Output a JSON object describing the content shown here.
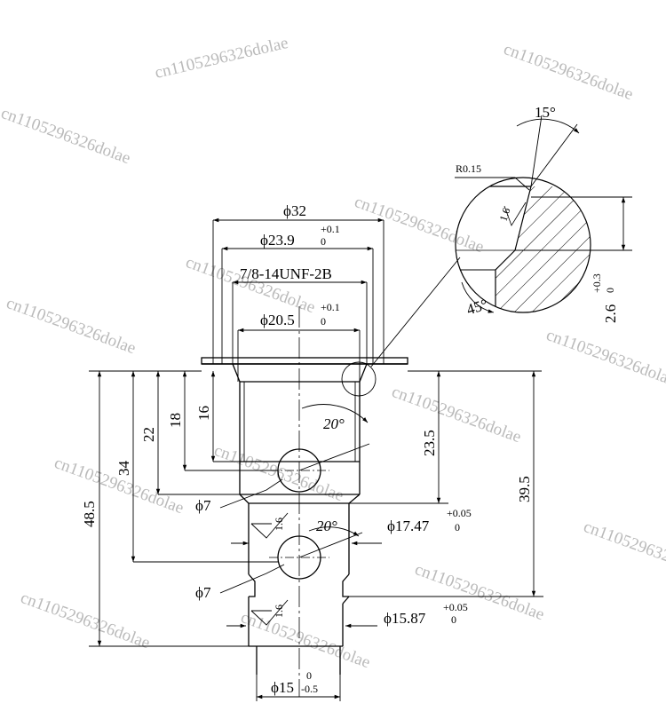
{
  "watermark": "cn1105296326dolae",
  "diameters": {
    "d32": "ϕ32",
    "d23_9": "ϕ23.9",
    "d23_9_tol_upper": "+0.1",
    "d23_9_tol_lower": "0",
    "thread": "7/8-14UNF-2B",
    "d20_5": "ϕ20.5",
    "d20_5_tol_upper": "+0.1",
    "d20_5_tol_lower": "0",
    "d17_47": "ϕ17.47",
    "d17_47_tol_upper": "+0.05",
    "d17_47_tol_lower": "0",
    "d15_87": "ϕ15.87",
    "d15_87_tol_upper": "+0.05",
    "d15_87_tol_lower": "0",
    "d15": "ϕ15",
    "d15_tol_upper": "0",
    "d15_tol_lower": "-0.5",
    "hole1": "ϕ7",
    "hole2": "ϕ7"
  },
  "lengths": {
    "l48_5": "48.5",
    "l34": "34",
    "l22": "22",
    "l18": "18",
    "l16": "16",
    "l23_5": "23.5",
    "l39_5": "39.5"
  },
  "angles": {
    "a20_upper": "20°",
    "a20_lower": "20°",
    "a15": "15°",
    "a45": "45°"
  },
  "detail": {
    "radius": "R0.15",
    "depth": "2.6",
    "depth_tol_upper": "+0.3",
    "depth_tol_lower": "0",
    "roughness_detail": "1.6"
  },
  "roughness": {
    "r1": "1.6",
    "r2": "1.6"
  }
}
